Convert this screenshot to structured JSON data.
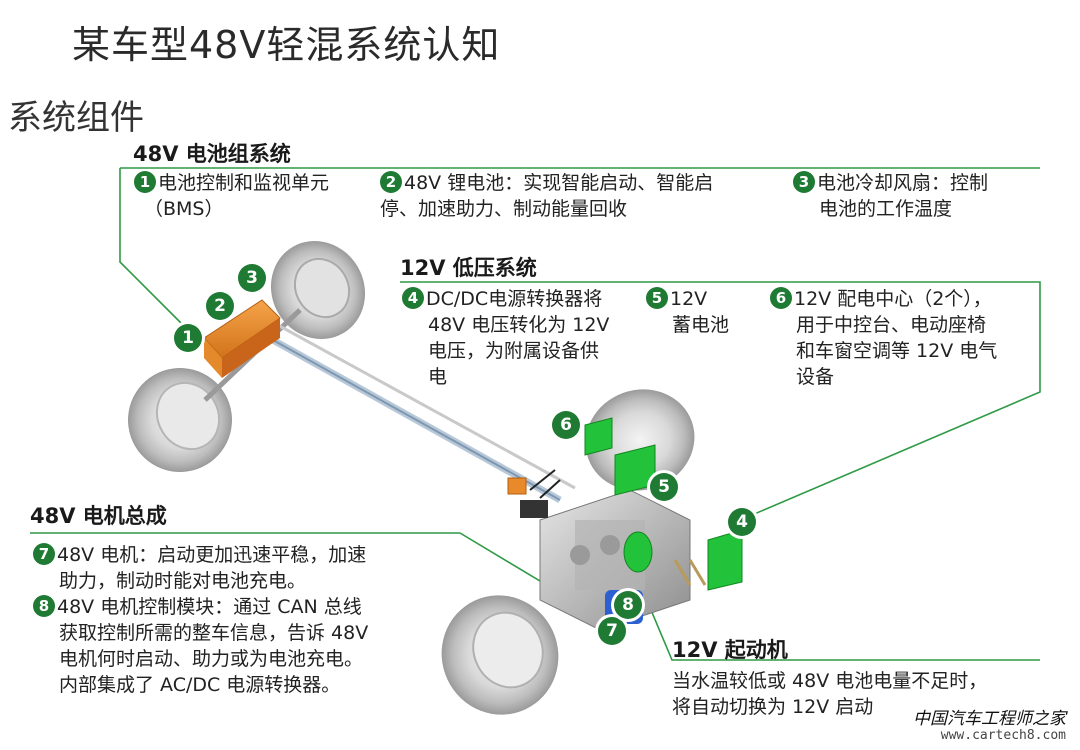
{
  "title": "某车型48V轻混系统认知",
  "subtitle": "系统组件",
  "battery_system": {
    "heading": "48V 电池组系统",
    "items": [
      {
        "n": "1",
        "text": "电池控制和监视单元",
        "text2": "（BMS）"
      },
      {
        "n": "2",
        "text": "48V 锂电池：实现智能启动、智能启",
        "text2": "停、加速助力、制动能量回收"
      },
      {
        "n": "3",
        "text": "电池冷却风扇：控制",
        "text2": "电池的工作温度"
      }
    ]
  },
  "low_voltage_system": {
    "heading": "12V 低压系统",
    "items": [
      {
        "n": "4",
        "lines": [
          "DC/DC电源转换器将",
          "48V 电压转化为 12V",
          "电压，为附属设备供",
          "电"
        ]
      },
      {
        "n": "5",
        "lines": [
          "12V",
          "蓄电池"
        ]
      },
      {
        "n": "6",
        "lines": [
          "12V 配电中心（2个），",
          "用于中控台、电动座椅",
          "和车窗空调等 12V 电气",
          "设备"
        ]
      }
    ]
  },
  "motor_assembly": {
    "heading": "48V 电机总成",
    "items": [
      {
        "n": "7",
        "lines": [
          "48V 电机：启动更加迅速平稳，加速",
          "助力，制动时能对电池充电。"
        ]
      },
      {
        "n": "8",
        "lines": [
          "48V 电机控制模块：通过 CAN 总线",
          "获取控制所需的整车信息，告诉 48V",
          "电机何时启动、助力或为电池充电。",
          "内部集成了 AC/DC 电源转换器。"
        ]
      }
    ]
  },
  "starter": {
    "heading": "12V 起动机",
    "lines": [
      "当水温较低或 48V 电池电量不足时，",
      "将自动切换为 12V 启动"
    ]
  },
  "callouts": [
    "1",
    "2",
    "3",
    "4",
    "5",
    "6",
    "7",
    "8"
  ],
  "watermark": {
    "name": "中国汽车工程师之家",
    "url": "www.cartech8.com"
  },
  "colors": {
    "accent_green": "#1f7a33",
    "line_green": "#2e9a45",
    "component_green": "#22c23a",
    "battery_orange": "#e8892a"
  }
}
